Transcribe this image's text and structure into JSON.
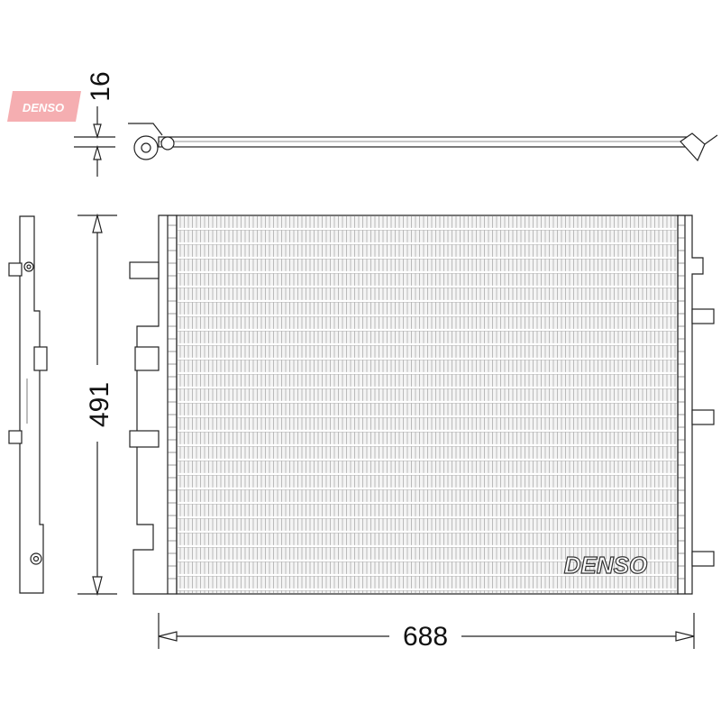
{
  "brand": {
    "logo_text": "DENSO",
    "watermark_text": "DENSO",
    "logo_color": "#e31b23"
  },
  "dimensions": {
    "thickness": "16",
    "height": "491",
    "width": "688"
  },
  "colors": {
    "line": "#222222",
    "fin": "#8a8a8a"
  }
}
